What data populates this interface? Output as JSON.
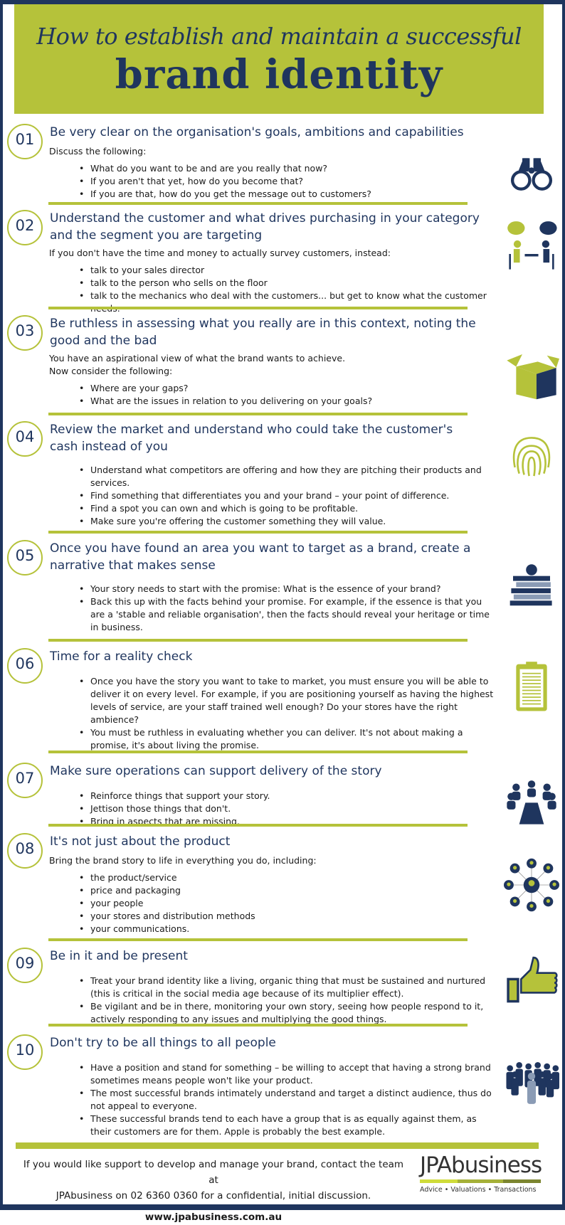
{
  "header": {
    "line1": "How to establish and maintain a successful",
    "line2": "brand identity"
  },
  "colors": {
    "navy": "#1f355e",
    "green": "#b5c23a"
  },
  "sections": [
    {
      "num": "01",
      "heading": "Be very clear on the organisation's goals, ambitions and capabilities",
      "intro": "Discuss the following:",
      "bullets": [
        "What do you want to be and are you really that now?",
        "If you aren't that yet, how do you become that?",
        "If you are that, how do you get the message out to customers?"
      ],
      "icon": "binoculars-icon"
    },
    {
      "num": "02",
      "heading": "Understand the customer and what drives purchasing in your category and the segment you are targeting",
      "intro": "If you don't have the time and money to actually survey customers, instead:",
      "bullets": [
        "talk to your sales director",
        "talk to the person who sells on the floor",
        "talk to the mechanics who deal with the customers... but get to know what the customer needs."
      ],
      "icon": "conversation-icon"
    },
    {
      "num": "03",
      "heading": "Be ruthless in assessing what you really are in this context, noting the good and the bad",
      "intro": "You have an aspirational view of what the brand wants to achieve.",
      "intro2": "Now consider the following:",
      "bullets": [
        "Where are your gaps?",
        "What are the issues in relation to you delivering on your goals?"
      ],
      "icon": "open-box-icon"
    },
    {
      "num": "04",
      "heading": "Review the market and understand who could take the customer's cash instead of you",
      "bullets": [
        "Understand what competitors are offering and how they are pitching their products and services.",
        "Find something that differentiates you and your brand – your point of difference.",
        "Find a spot you can own and which is going to be profitable.",
        "Make sure you're offering the customer something they will value."
      ],
      "icon": "fingerprint-icon"
    },
    {
      "num": "05",
      "heading": "Once you have found an area you want to target as a brand, create a narrative that makes sense",
      "bullets": [
        "Your story needs to start with the promise: What is the essence of your brand?",
        "Back this up with the facts behind your promise. For example, if the essence is that you are a 'stable and reliable organisation', then the facts should reveal your heritage or time in business."
      ],
      "icon": "books-apple-icon"
    },
    {
      "num": "06",
      "heading": "Time for a reality check",
      "bullets": [
        "Once you have the story you want to take to market, you must ensure you will be able to deliver it on every level. For example, if you are positioning yourself as having the highest levels of service, are your staff trained well enough? Do your stores have the right ambience?",
        "You must be ruthless in evaluating whether you can deliver. It's not about making a promise, it's about living the promise."
      ],
      "icon": "clipboard-icon"
    },
    {
      "num": "07",
      "heading": "Make sure operations can support delivery of the story",
      "bullets": [
        "Reinforce things that support your story.",
        "Jettison those things that don't.",
        "Bring in aspects that are missing."
      ],
      "icon": "meeting-icon"
    },
    {
      "num": "08",
      "heading": "It's not just about the product",
      "intro": "Bring the brand story to life in everything you do, including:",
      "bullets": [
        "the product/service",
        "price and packaging",
        "your people",
        "your stores and distribution methods",
        "your communications."
      ],
      "icon": "network-icon"
    },
    {
      "num": "09",
      "heading": "Be in it and be present",
      "bullets": [
        "Treat your brand identity like a living, organic thing that must be sustained and nurtured (this is critical in the social media age because of its multiplier effect).",
        "Be vigilant and be in there, monitoring your own story, seeing how people respond to it, actively responding to any issues and multiplying the good things."
      ],
      "icon": "thumbs-up-icon"
    },
    {
      "num": "10",
      "heading": "Don't try to be all things to all people",
      "bullets": [
        "Have a position and stand for something – be willing to accept that having a strong brand sometimes means people won't like your product.",
        "The most successful brands intimately understand and target a distinct audience, thus do not appeal to everyone.",
        "These successful brands tend to each have a group that is as equally against them, as their customers are for them. Apple is probably the best example."
      ],
      "icon": "crowd-icon"
    }
  ],
  "footer": {
    "line1": "If you would like support to develop and manage your brand, contact the team at",
    "line2": "JPAbusiness on 02 6360 0360 for a confidential, initial discussion.",
    "url": "www.jpabusiness.com.au"
  },
  "logo": {
    "name": "JPAbusiness",
    "tagline": "Advice  •  Valuations  •  Transactions"
  }
}
